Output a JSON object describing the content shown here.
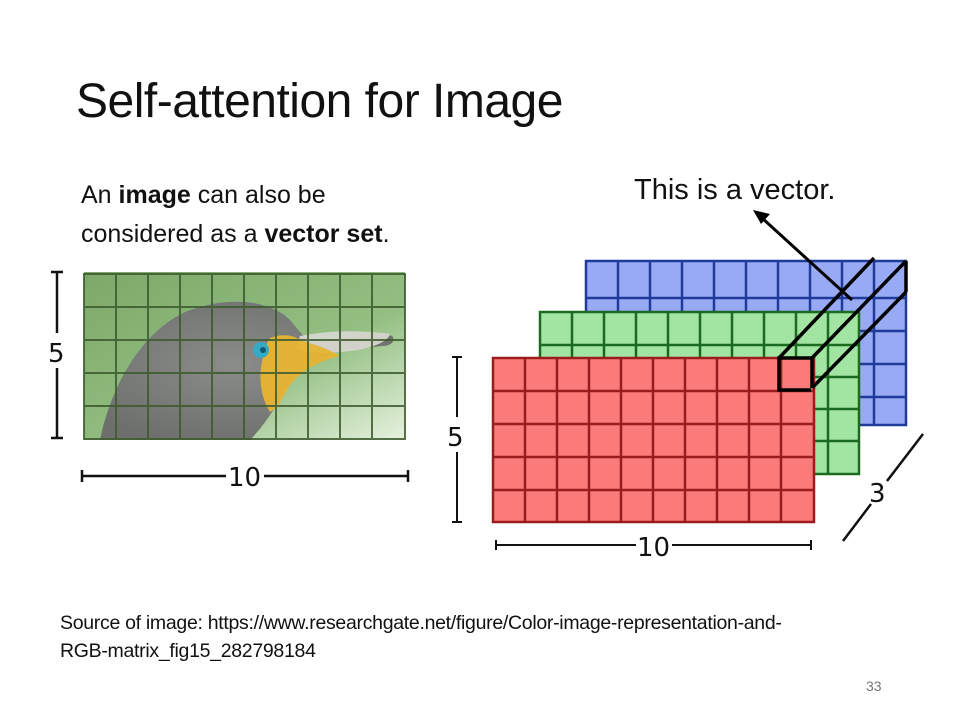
{
  "slide": {
    "title": "Self-attention for Image",
    "description": {
      "line1_prefix": "An ",
      "line1_bold": "image",
      "line1_suffix": " can also be",
      "line2_prefix": "considered as a ",
      "line2_bold": "vector set",
      "line2_suffix": "."
    },
    "callout": "This is a vector.",
    "left_figure": {
      "height_label": "5",
      "width_label": "10",
      "grid_rows": 5,
      "grid_cols": 10
    },
    "right_figure": {
      "height_label": "5",
      "width_label": "10",
      "depth_label": "3",
      "channels": [
        {
          "name": "blue",
          "fill": "#99aaf5",
          "stroke": "#1f3a9a"
        },
        {
          "name": "green",
          "fill": "#a2e4a2",
          "stroke": "#1a6a1f"
        },
        {
          "name": "red",
          "fill": "#fb7b7b",
          "stroke": "#9a1c1c"
        }
      ]
    },
    "source_line1": "Source of image: https://www.researchgate.net/figure/Color-image-representation-and-",
    "source_line2": "RGB-matrix_fig15_282798184",
    "page_number": "33"
  }
}
